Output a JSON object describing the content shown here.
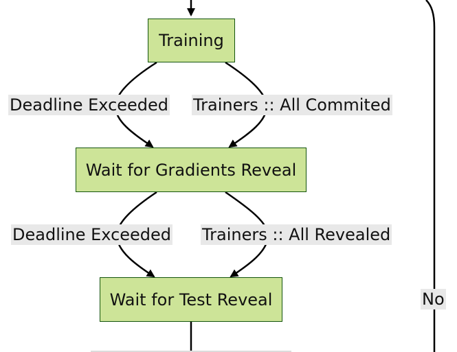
{
  "nodes": {
    "training": "Training",
    "wait_gradients": "Wait for Gradients Reveal",
    "wait_test": "Wait for Test Reveal"
  },
  "edge_labels": {
    "training_deadline": "Deadline Exceeded",
    "training_all_committed": "Trainers :: All Commited",
    "gradients_deadline": "Deadline Exceeded",
    "gradients_all_revealed": "Trainers :: All Revealed",
    "loop_no": "No"
  },
  "colors": {
    "node_fill": "#cde498",
    "node_border": "#13540c",
    "edge": "#000000",
    "label_bg": "#e8e8e8"
  }
}
